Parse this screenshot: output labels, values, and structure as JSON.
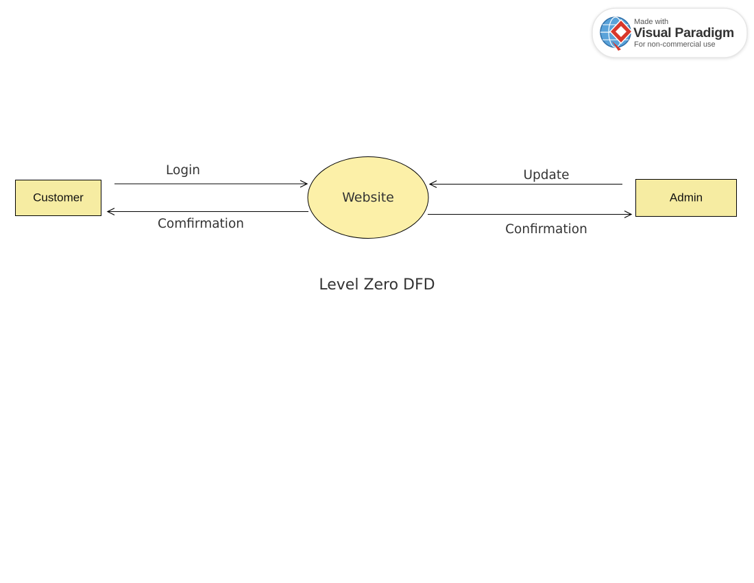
{
  "diagram": {
    "caption": "Level Zero DFD",
    "entities": {
      "customer": "Customer",
      "admin": "Admin"
    },
    "process": {
      "website": "Website"
    },
    "flows": {
      "login": "Login",
      "customer_confirmation": "Comfirmation",
      "update": "Update",
      "admin_confirmation": "Confirmation"
    }
  },
  "watermark": {
    "line1": "Made with",
    "brand": "Visual Paradigm",
    "line3": "For non-commercial use"
  },
  "colors": {
    "entity_fill": "#f6eca2",
    "process_fill": "#fcf0a8",
    "stroke": "#000000",
    "text": "#333333"
  }
}
